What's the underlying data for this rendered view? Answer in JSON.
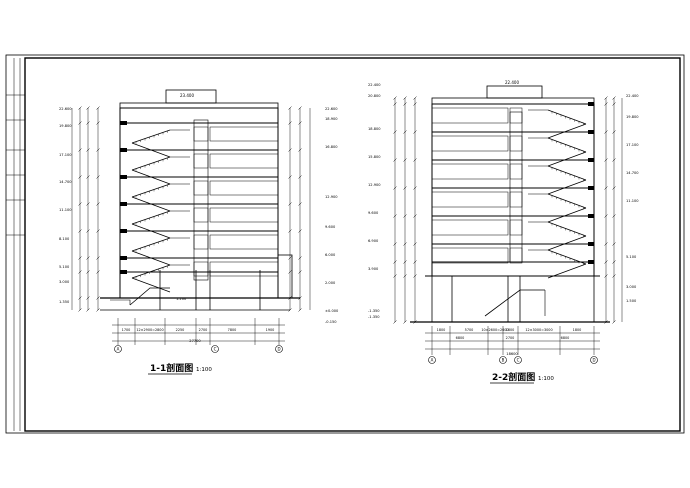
{
  "drawing_sheet": {
    "section_1": {
      "title": "1-1剖面图",
      "scale": "1:100",
      "roof_elevation": "23.400",
      "left_elevations": [
        "22.600",
        "19.800",
        "17.100",
        "14.700",
        "11.100",
        "8.100",
        "5.100",
        "3.000",
        "1.350"
      ],
      "right_elevations": [
        "22.600",
        "18.900",
        "16.800",
        "12.900",
        "9.600",
        "6.000",
        "2.000",
        "±0.000",
        "-0.150"
      ],
      "bottom_dims": [
        "1700",
        "12×2900=2800",
        "2250",
        "2700",
        "7800",
        "1900"
      ],
      "total_dim": "27700",
      "axis_labels": [
        "A",
        "C",
        "D"
      ],
      "landing_label": "1.200"
    },
    "section_2": {
      "title": "2-2剖面图",
      "scale": "1:100",
      "roof_elevation": "22.400",
      "left_elevations": [
        "22.400",
        "20.800",
        "18.800",
        "15.800",
        "12.900",
        "9.600",
        "6.900",
        "3.900",
        "-1.350",
        "-1.350"
      ],
      "right_elevations": [
        "22.400",
        "19.800",
        "17.100",
        "14.700",
        "11.100",
        "5.100",
        "3.000",
        "1.500"
      ],
      "bottom_dims": [
        "1800",
        "5700",
        "10×2600=2600",
        "1800",
        "12×3000=3000",
        "1800"
      ],
      "sub_dims": [
        "6800",
        "2700",
        "6800"
      ],
      "total_dim": "18600",
      "axis_labels": [
        "A",
        "B",
        "C",
        "D"
      ]
    }
  }
}
